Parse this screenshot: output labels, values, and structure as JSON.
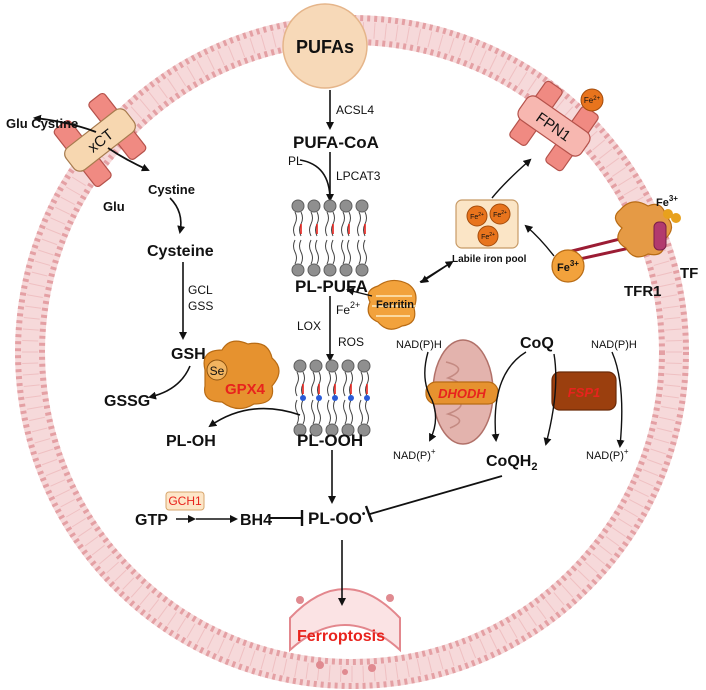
{
  "labels": {
    "pufas": "PUFAs",
    "acsl4": "ACSL4",
    "pufa_coa": "PUFA-CoA",
    "pl": "PL",
    "lpcat3": "LPCAT3",
    "pl_pufa": "PL-PUFA",
    "fe2": "Fe",
    "fe2_sup": "2+",
    "lox": "LOX",
    "ros": "ROS",
    "pl_ooh": "PL-OOH",
    "pl_oo": "PL-OO",
    "pl_oo_sup": "•",
    "ferroptosis": "Ferroptosis",
    "glu_cystine_out": "Glu Cystine",
    "xct": "xCT",
    "glu_in": "Glu",
    "cystine_in": "Cystine",
    "cysteine": "Cysteine",
    "gcl": "GCL",
    "gss": "GSS",
    "gsh": "GSH",
    "gssg": "GSSG",
    "se": "Se",
    "gpx4": "GPX4",
    "pl_oh": "PL-OH",
    "gtp": "GTP",
    "gch1": "GCH1",
    "bh4": "BH4",
    "ferritin": "Ferritin",
    "labile_iron_pool": "Labile iron pool",
    "fe_in_pool": "Fe",
    "fe_in_pool_sup": "2+",
    "fpn1": "FPN1",
    "fe_out": "Fe",
    "fe_out_sup": "2+",
    "fe3": "Fe",
    "fe3_sup": "3+",
    "fe3_tf": "Fe",
    "fe3_tf_sup": "3+",
    "tf": "TF",
    "tfr1": "TFR1",
    "nadph_left": "NAD(P)H",
    "nadp_left": "NAD(P)",
    "nadp_left_sup": "+",
    "dhodh": "DHODH",
    "coq": "CoQ",
    "coqh2": "CoQH",
    "coqh2_sub": "2",
    "fsp1": "FSP1",
    "nadph_right": "NAD(P)H",
    "nadp_right": "NAD(P)",
    "nadp_right_sup": "+"
  },
  "colors": {
    "membrane": "#e9a3a6",
    "membrane_dark": "#d9787d",
    "pufa_bubble": "#f7d9b8",
    "enzyme_orange": "#e6922f",
    "fsp1_brown": "#9b3f0e",
    "mito_fill": "#e3b3ad",
    "transporter": "#f08a82",
    "red_text": "#e8231d"
  }
}
